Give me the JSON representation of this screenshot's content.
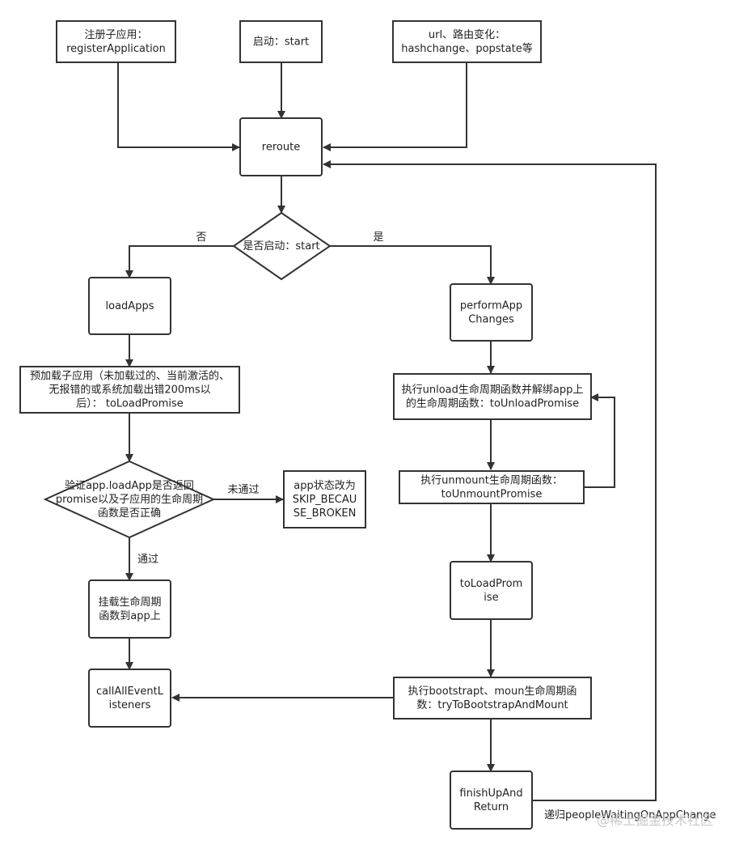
{
  "nodes": {
    "register": {
      "lines": [
        "注册子应用：",
        "registerApplication"
      ]
    },
    "start": {
      "lines": [
        "启动：start"
      ]
    },
    "urlchange": {
      "lines": [
        "url、路由变化：",
        "hashchange、popstate等"
      ]
    },
    "reroute": {
      "lines": [
        "reroute"
      ]
    },
    "decision_started": {
      "lines": [
        "是否启动：start"
      ]
    },
    "loadApps": {
      "lines": [
        "loadApps"
      ]
    },
    "performAppChanges": {
      "lines": [
        "performApp",
        "Changes"
      ]
    },
    "preload": {
      "lines": [
        "预加载子应用（未加载过的、当前激活的、",
        "无报错的或系统加载出错200ms以",
        "后）： toLoadPromise"
      ]
    },
    "unload": {
      "lines": [
        "执行unload生命周期函数并解绑app上",
        "的生命周期函数：toUnloadPromise"
      ]
    },
    "validate": {
      "lines": [
        "验证app.loadApp是否返回",
        "promise以及子应用的生命周期",
        "函数是否正确"
      ]
    },
    "skip_broken": {
      "lines": [
        "app状态改为",
        "SKIP_BECAU",
        "SE_BROKEN"
      ]
    },
    "unmount": {
      "lines": [
        "执行unmount生命周期函数：",
        "toUnmountPromise"
      ]
    },
    "mount_lifecycle": {
      "lines": [
        "挂载生命周期",
        "函数到app上"
      ]
    },
    "toLoadPromise": {
      "lines": [
        "toLoadProm",
        "ise"
      ]
    },
    "callAllEventListeners": {
      "lines": [
        "callAllEventL",
        "isteners"
      ]
    },
    "bootstrap_mount": {
      "lines": [
        "执行bootstrapt、moun生命周期函",
        "数：tryToBootstrapAndMount"
      ]
    },
    "finishUpAndReturn": {
      "lines": [
        "finishUpAnd",
        "Return"
      ]
    }
  },
  "edge_labels": {
    "no": "否",
    "yes": "是",
    "not_passed": "未通过",
    "passed": "通过",
    "recurse": "递归peopleWaitingOnAppChange"
  },
  "watermark": "@稀土掘金技术社区",
  "colors": {
    "stroke": "#333333",
    "text": "#222222",
    "watermark": "#c8c8c8"
  }
}
